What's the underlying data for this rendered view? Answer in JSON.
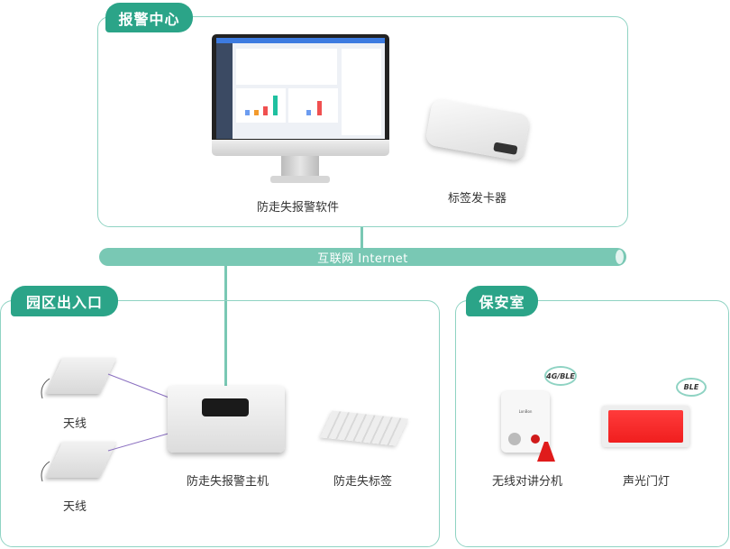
{
  "alarm_center": {
    "title": "报警中心",
    "software_label": "防走失报警软件",
    "card_issuer_label": "标签发卡器"
  },
  "network": {
    "label": "互联网 Internet"
  },
  "park_entrance": {
    "title": "园区出入口",
    "antenna1_label": "天线",
    "antenna2_label": "天线",
    "host_label": "防走失报警主机",
    "tag_label": "防走失标签"
  },
  "security_room": {
    "title": "保安室",
    "intercom_label": "无线对讲分机",
    "intercom_badge": "4G/BLE",
    "intercom_brand": "LonBon",
    "door_light_label": "声光门灯",
    "door_light_badge": "BLE"
  },
  "colors": {
    "accent": "#2ba488",
    "pipe": "#79c8b4",
    "border": "#8fd3c3",
    "link": "#8a6fc0",
    "alarm": "#f03a3a"
  }
}
